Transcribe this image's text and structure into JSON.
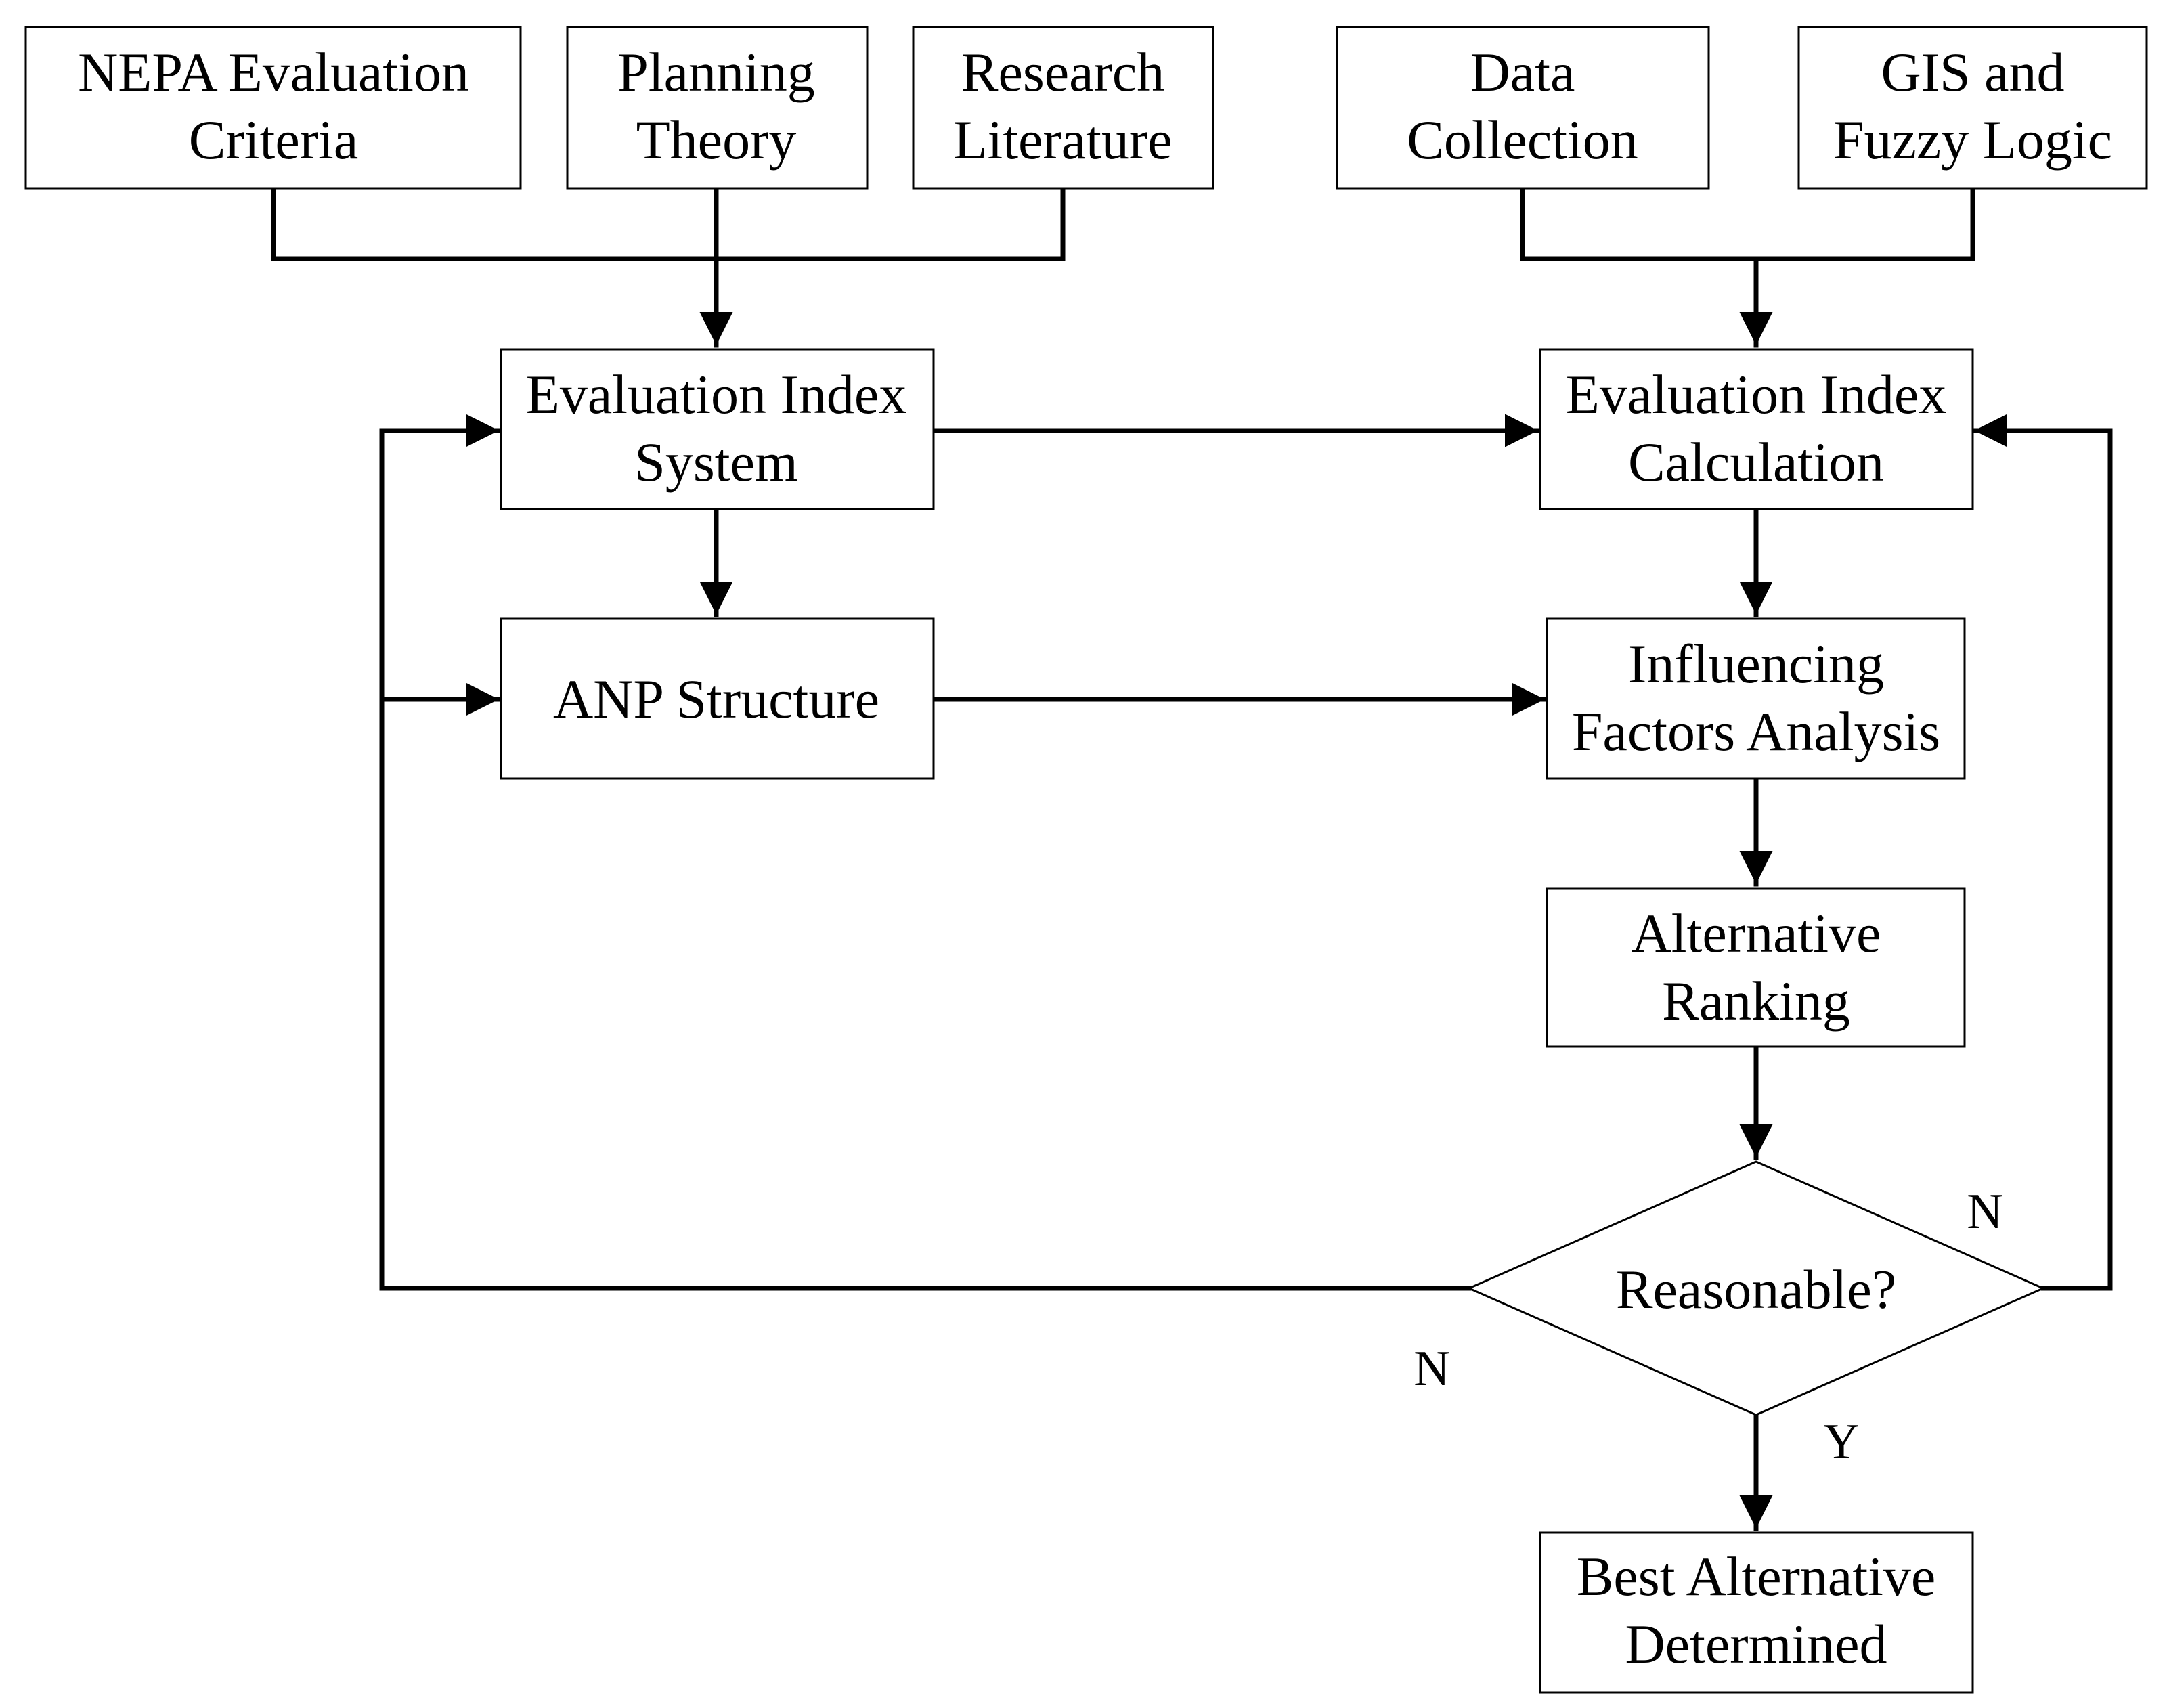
{
  "nodes": {
    "nepa": {
      "line1": "NEPA Evaluation",
      "line2": "Criteria"
    },
    "planning": {
      "line1": "Planning",
      "line2": "Theory"
    },
    "research": {
      "line1": "Research",
      "line2": "Literature"
    },
    "data": {
      "line1": "Data",
      "line2": "Collection"
    },
    "gis": {
      "line1": "GIS and",
      "line2": "Fuzzy Logic"
    },
    "eval_system": {
      "line1": "Evaluation Index",
      "line2": "System"
    },
    "eval_calc": {
      "line1": "Evaluation Index",
      "line2": "Calculation"
    },
    "anp": {
      "line1": "ANP Structure"
    },
    "influencing": {
      "line1": "Influencing",
      "line2": "Factors Analysis"
    },
    "ranking": {
      "line1": "Alternative",
      "line2": "Ranking"
    },
    "decision": {
      "line1": "Reasonable?"
    },
    "best": {
      "line1": "Best Alternative",
      "line2": "Determined"
    }
  },
  "edge_labels": {
    "no_left": "N",
    "no_right": "N",
    "yes": "Y"
  },
  "colors": {
    "stroke": "#000000",
    "background": "#ffffff"
  }
}
